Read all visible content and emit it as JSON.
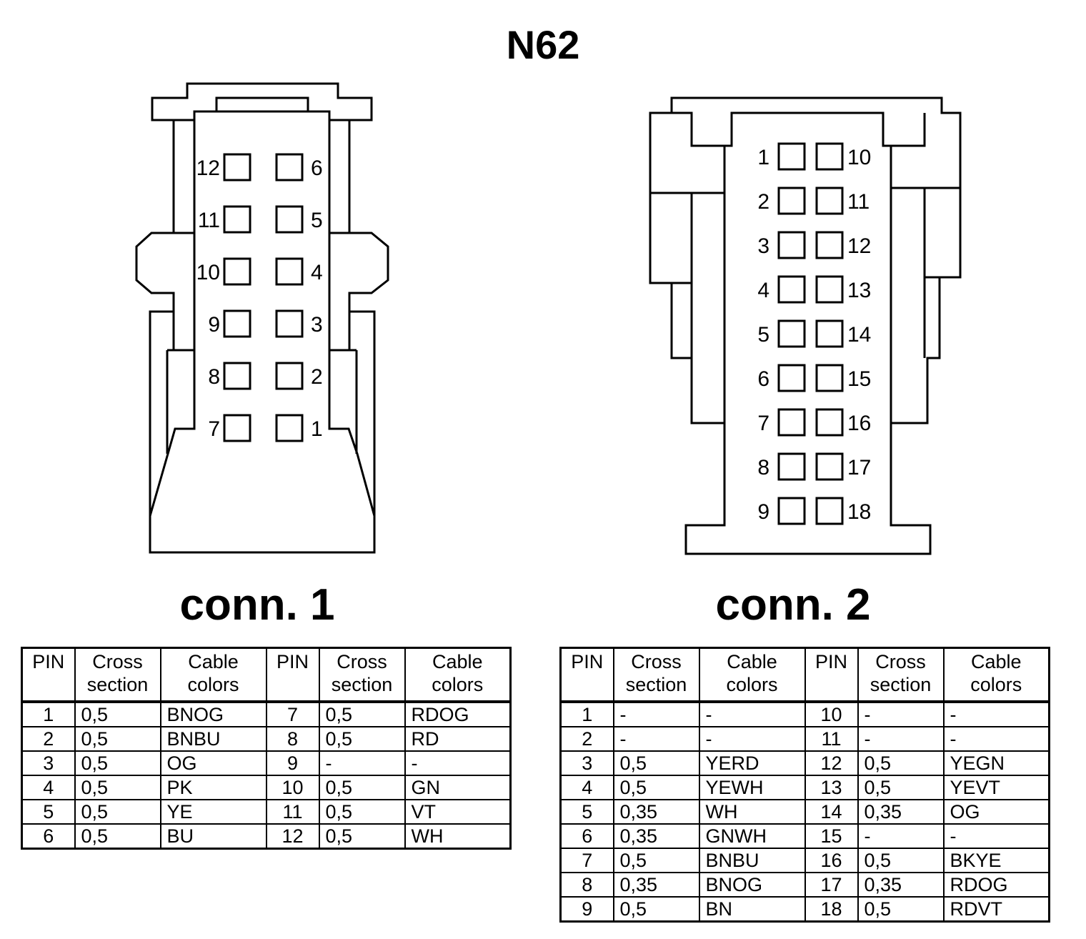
{
  "title": "N62",
  "connectors": [
    {
      "label": "conn. 1",
      "pins_left": [
        "12",
        "11",
        "10",
        "9",
        "8",
        "7"
      ],
      "pins_right": [
        "6",
        "5",
        "4",
        "3",
        "2",
        "1"
      ]
    },
    {
      "label": "conn. 2",
      "pins_left": [
        "1",
        "2",
        "3",
        "4",
        "5",
        "6",
        "7",
        "8",
        "9"
      ],
      "pins_right": [
        "10",
        "11",
        "12",
        "13",
        "14",
        "15",
        "16",
        "17",
        "18"
      ]
    }
  ],
  "table_headers": {
    "pin": "PIN",
    "cross_section": "Cross section",
    "cable_colors": "Cable colors"
  },
  "tables": [
    {
      "rows": [
        [
          "1",
          "0,5",
          "BNOG",
          "7",
          "0,5",
          "RDOG"
        ],
        [
          "2",
          "0,5",
          "BNBU",
          "8",
          "0,5",
          "RD"
        ],
        [
          "3",
          "0,5",
          "OG",
          "9",
          "-",
          "-"
        ],
        [
          "4",
          "0,5",
          "PK",
          "10",
          "0,5",
          "GN"
        ],
        [
          "5",
          "0,5",
          "YE",
          "11",
          "0,5",
          "VT"
        ],
        [
          "6",
          "0,5",
          "BU",
          "12",
          "0,5",
          "WH"
        ]
      ]
    },
    {
      "rows": [
        [
          "1",
          "-",
          "-",
          "10",
          "-",
          "-"
        ],
        [
          "2",
          "-",
          "-",
          "11",
          "-",
          "-"
        ],
        [
          "3",
          "0,5",
          "YERD",
          "12",
          "0,5",
          "YEGN"
        ],
        [
          "4",
          "0,5",
          "YEWH",
          "13",
          "0,5",
          "YEVT"
        ],
        [
          "5",
          "0,35",
          "WH",
          "14",
          "0,35",
          "OG"
        ],
        [
          "6",
          "0,35",
          "GNWH",
          "15",
          "-",
          "-"
        ],
        [
          "7",
          "0,5",
          "BNBU",
          "16",
          "0,5",
          "BKYE"
        ],
        [
          "8",
          "0,35",
          "BNOG",
          "17",
          "0,35",
          "RDOG"
        ],
        [
          "9",
          "0,5",
          "BN",
          "18",
          "0,5",
          "RDVT"
        ]
      ]
    }
  ]
}
